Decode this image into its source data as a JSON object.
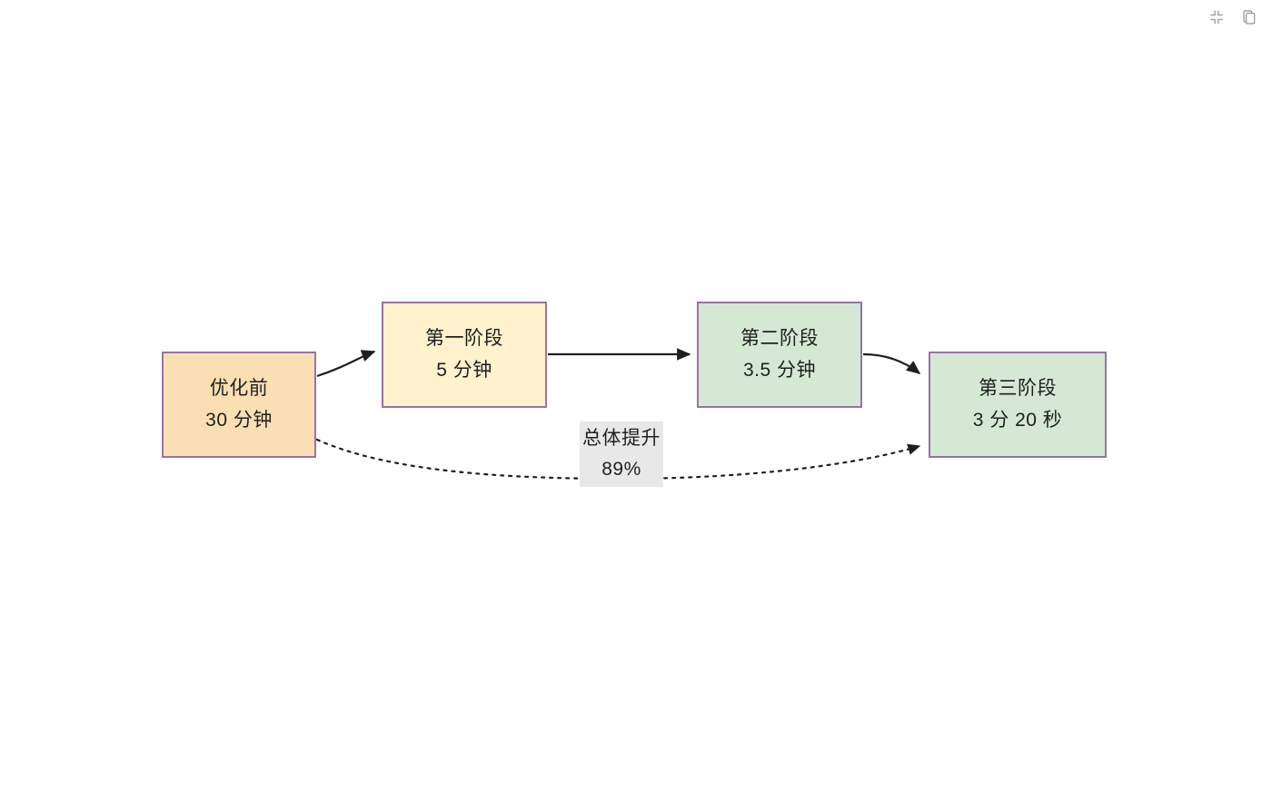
{
  "toolbar": {
    "collapse_icon": "collapse-fullscreen-icon",
    "copy_icon": "copy-icon"
  },
  "diagram": {
    "type": "flowchart",
    "direction": "left-to-right",
    "nodes": [
      {
        "id": "before",
        "title": "优化前",
        "value": "30 分钟",
        "fill": "#fbdfb4",
        "stroke": "#9673a6"
      },
      {
        "id": "stage1",
        "title": "第一阶段",
        "value": "5 分钟",
        "fill": "#fff2cc",
        "stroke": "#9673a6"
      },
      {
        "id": "stage2",
        "title": "第二阶段",
        "value": "3.5 分钟",
        "fill": "#d5e8d4",
        "stroke": "#9673a6"
      },
      {
        "id": "stage3",
        "title": "第三阶段",
        "value": "3 分 20 秒",
        "fill": "#d5e8d4",
        "stroke": "#9673a6"
      }
    ],
    "edges": [
      {
        "id": "e1",
        "from": "before",
        "to": "stage1",
        "style": "solid"
      },
      {
        "id": "e2",
        "from": "stage1",
        "to": "stage2",
        "style": "solid"
      },
      {
        "id": "e3",
        "from": "stage2",
        "to": "stage3",
        "style": "solid"
      },
      {
        "id": "e4",
        "from": "before",
        "to": "stage3",
        "style": "dotted",
        "label_title": "总体提升",
        "label_value": "89%",
        "label_background": "#e8e8e8"
      }
    ]
  }
}
